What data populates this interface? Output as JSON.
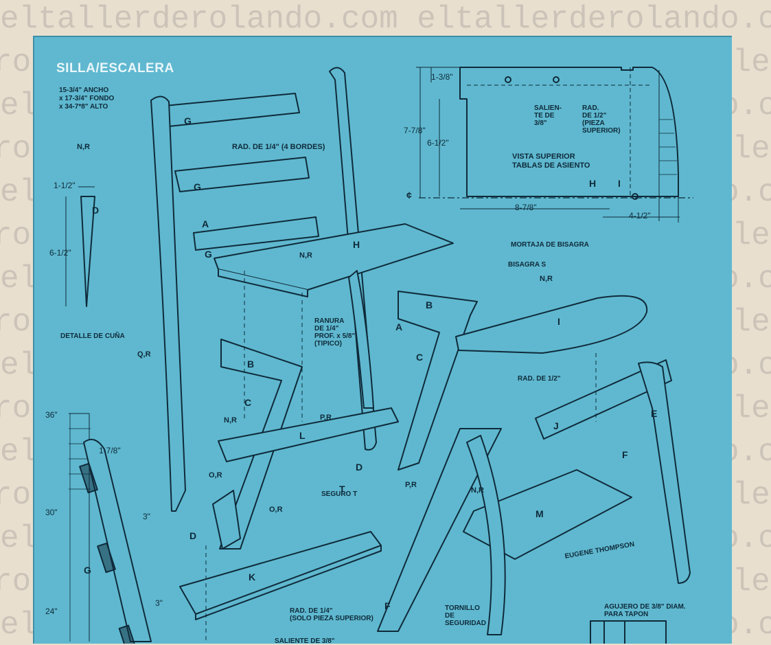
{
  "watermark": {
    "line_a": "eltallerderolando.com eltallerderolando.com eltallerderolando",
    "line_b": "rolando.com eltallerderolando.com eltallerderolando.com elta"
  },
  "title": "SILLA/ESCALERA",
  "dimensions_block": [
    "15-3/4\" ANCHO",
    "x 17-3/4\" FONDO",
    "x 34-7*8\" ALTO"
  ],
  "top_view": {
    "label_line1": "VISTA SUPERIOR",
    "label_line2": "TABLAS DE ASIENTO",
    "saliente": [
      "SALIEN-",
      "TE DE",
      "3/8\""
    ],
    "rad": [
      "RAD.",
      "DE 1/2\"",
      "(PIEZA",
      "SUPERIOR)"
    ],
    "dim_1_3_8": "1-3/8\"",
    "dim_7_7_8": "7-7/8\"",
    "dim_6_1_2": "6-1/2\"",
    "dim_8_7_8": "8-7/8\"",
    "dim_4_1_2": "4-1/2\"",
    "piece_h": "H",
    "piece_i": "I",
    "centerline": "¢"
  },
  "wedge_detail": {
    "dim_width": "1-1/2\"",
    "dim_height": "6-1/2\"",
    "piece": "D",
    "caption": "DETALLE DE CUÑA"
  },
  "annotations": {
    "rad_quarter_4_edges": "RAD. DE 1/4\" (4 BORDES)",
    "nr": "N,R",
    "qr": "Q,R",
    "or": "O,R",
    "pr": "P,R",
    "ranura": [
      "RANURA",
      "DE 1/4\"",
      "PROF. x 5/8\"",
      "(TIPICO)"
    ],
    "mortaja": "MORTAJA DE BISAGRA",
    "bisagra": "BISAGRA S",
    "rad_half": "RAD. DE 1/2\"",
    "seguro": "SEGURO T",
    "rad_quarter_top": [
      "RAD. DE 1/4\"",
      "(SOLO PIEZA SUPERIOR)"
    ],
    "saliente_bottom": "SALIENTE DE 3/8\"",
    "tornillo": [
      "TORNILLO",
      "DE",
      "SEGURIDAD"
    ],
    "agujero": [
      "AGUJERO DE 3/8\" DIAM.",
      "PARA TAPON"
    ],
    "signature": "EUGENE THOMPSON"
  },
  "pieces": {
    "G": "G",
    "A": "A",
    "H": "H",
    "B": "B",
    "C": "C",
    "D": "D",
    "L": "L",
    "T": "T",
    "K": "K",
    "I": "I",
    "J": "J",
    "E": "E",
    "F": "F",
    "M": "M"
  },
  "side_scale": {
    "mark_36": "36\"",
    "mark_30": "30\"",
    "mark_24": "24\"",
    "dim_1_7_8": "1-7/8\"",
    "dim_3a": "3\"",
    "dim_3b": "3\"",
    "piece_g": "G"
  },
  "colors": {
    "paper": "#e9dfcf",
    "blueprint": "#5fb8cf",
    "line": "#0f2a3a",
    "watermark": "#b9b2a8"
  }
}
